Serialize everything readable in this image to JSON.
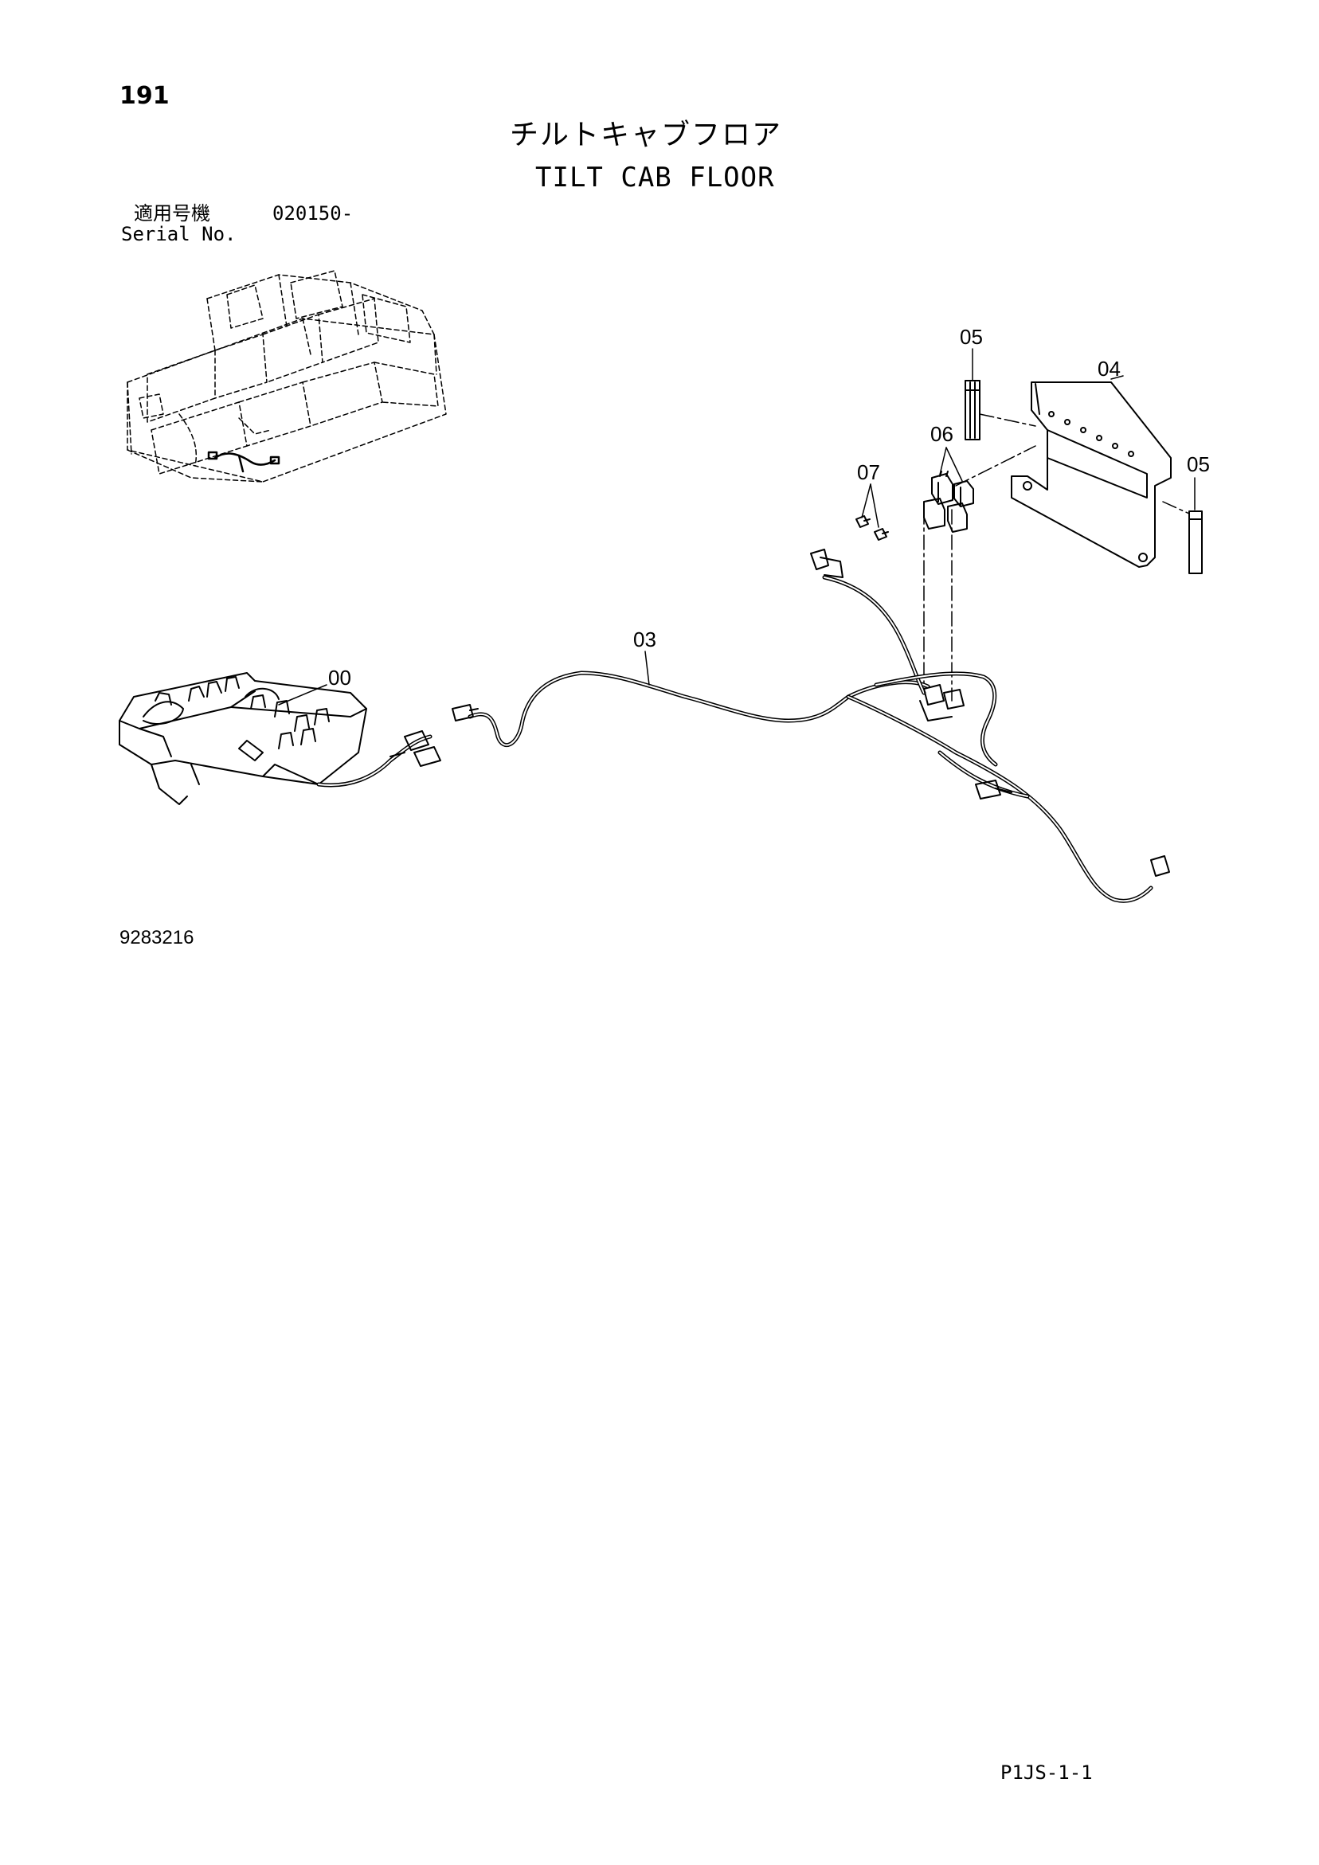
{
  "header": {
    "page_number": "191",
    "title_jp": "チルトキャブフロア",
    "title_en": "TILT CAB FLOOR"
  },
  "serial": {
    "label_jp": "適用号機",
    "number": "020150-",
    "label_en": "Serial No."
  },
  "callouts": [
    {
      "id": "00",
      "label": "00"
    },
    {
      "id": "03",
      "label": "03"
    },
    {
      "id": "04",
      "label": "04"
    },
    {
      "id": "05a",
      "label": "05"
    },
    {
      "id": "05b",
      "label": "05"
    },
    {
      "id": "06",
      "label": "06"
    },
    {
      "id": "07",
      "label": "07"
    }
  ],
  "footer": {
    "drawing_number": "9283216",
    "page_code": "P1JS-1-1"
  }
}
